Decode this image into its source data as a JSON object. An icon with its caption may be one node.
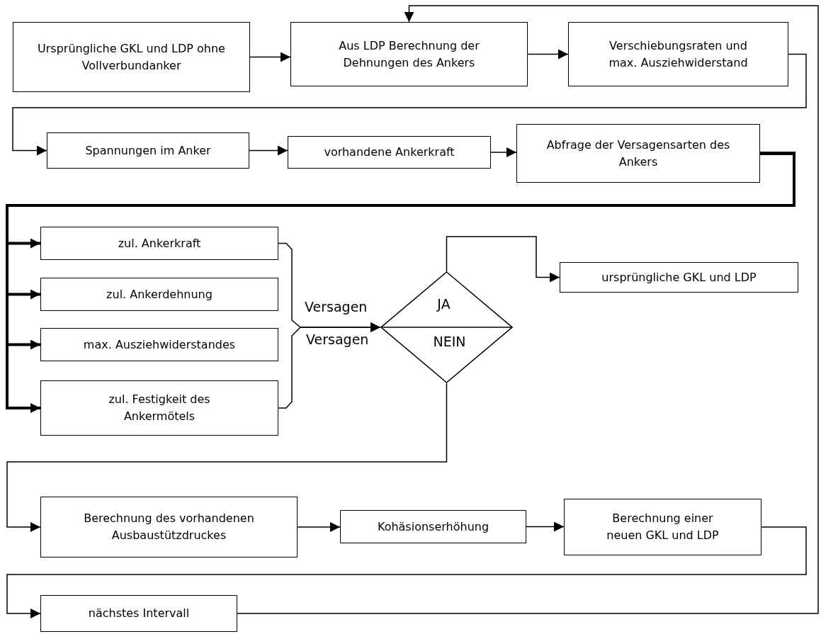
{
  "diagram": {
    "nodes": [
      {
        "text": [
          "Ursprüngliche GKL und LDP ohne Vollverbundanker"
        ]
      },
      {
        "text": [
          "Aus LDP Berechnung der Dehnungen des Ankers"
        ]
      },
      {
        "text": [
          "Verschiebungsraten und max. Ausziehwiderstand"
        ]
      },
      {
        "text": [
          "Spannungen im Anker"
        ]
      },
      {
        "text": [
          "vorhandene Ankerkraft"
        ]
      },
      {
        "text": [
          "Abfrage der Versagensarten des Ankers"
        ]
      },
      {
        "text": [
          "zul. Ankerkraft"
        ]
      },
      {
        "text": [
          "zul. Ankerdehnung"
        ]
      },
      {
        "text": [
          "max. Ausziehwiderstandes"
        ]
      },
      {
        "text": [
          "zul. Festigkeit des Ankermötels"
        ]
      },
      {
        "text": [
          "JA",
          "NEIN"
        ],
        "beside": [
          "Versagen",
          "Versagen"
        ]
      },
      {
        "text": [
          "ursprüngliche GKL und LDP"
        ]
      },
      {
        "text": [
          "Berechnung des vorhandenen Ausbaustützdruckes"
        ]
      },
      {
        "text": [
          "Kohäsionserhöhung"
        ]
      },
      {
        "text": [
          "Berechnung einer neuen GKL und LDP"
        ]
      },
      {
        "text": [
          "nächstes Intervall"
        ]
      }
    ],
    "edges": [
      {
        "from": 0,
        "to": 1,
        "arrow": "to"
      },
      {
        "from": 1,
        "to": 2,
        "arrow": "to"
      },
      {
        "from": 2,
        "to": 3,
        "arrow": "to"
      },
      {
        "from": 3,
        "to": 4,
        "arrow": "to"
      },
      {
        "from": 4,
        "to": 5,
        "arrow": "to"
      },
      {
        "from": 5,
        "to": 6,
        "arrow": "to",
        "style": "thick"
      },
      {
        "from": 5,
        "to": 7,
        "arrow": "to",
        "style": "thick"
      },
      {
        "from": 5,
        "to": 8,
        "arrow": "to",
        "style": "thick"
      },
      {
        "from": 5,
        "to": 9,
        "arrow": "to",
        "style": "thick"
      },
      {
        "from": 6,
        "to": 10,
        "arrow": "to"
      },
      {
        "from": 9,
        "to": 10,
        "arrow": "to"
      },
      {
        "from": 10,
        "to": 11,
        "arrow": "to"
      },
      {
        "from": 10,
        "to": 12,
        "arrow": "to"
      },
      {
        "from": 12,
        "to": 13,
        "arrow": "to"
      },
      {
        "from": 13,
        "to": 14,
        "arrow": "to"
      },
      {
        "from": 14,
        "to": 15,
        "arrow": "to"
      },
      {
        "from": 15,
        "to": 1,
        "arrow": "to"
      }
    ]
  }
}
